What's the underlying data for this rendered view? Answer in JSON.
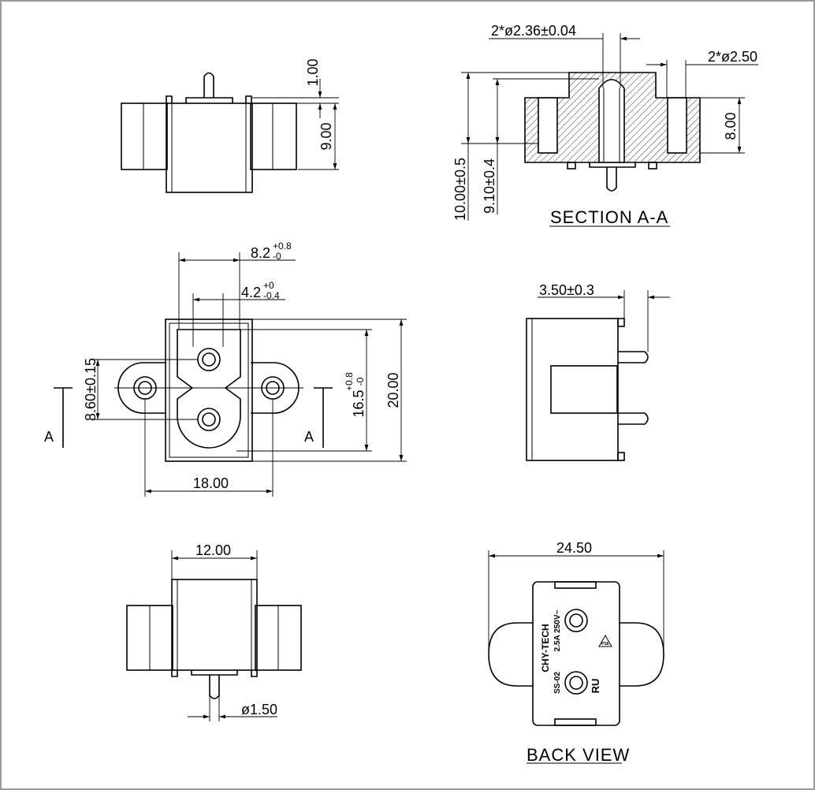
{
  "dims": {
    "d_1_00": "1.00",
    "d_9_00": "9.00",
    "d_2x236": "2*ø2.36±0.04",
    "d_2x250": "2*ø2.50",
    "d_8_00": "8.00",
    "d_10_00": "10.00±0.5",
    "d_9_10": "9.10±0.4",
    "d_8_2": "8.2",
    "d_8_2_tol_up": "+0.8",
    "d_8_2_tol_dn": "-0",
    "d_4_2": "4.2",
    "d_4_2_tol_up": "+0",
    "d_4_2_tol_dn": "-0.4",
    "d_8_60": "8.60±0.15",
    "d_16_5": "16.5",
    "d_16_5_tol_up": "+0.8",
    "d_16_5_tol_dn": "-0",
    "d_20_00": "20.00",
    "d_18_00": "18.00",
    "d_3_50": "3.50±0.3",
    "d_12_00": "12.00",
    "d_1_50": "ø1.50",
    "d_24_50": "24.50"
  },
  "labels": {
    "section_title": "SECTION A-A",
    "back_view_title": "BACK VIEW",
    "section_mark_left": "A",
    "section_mark_right": "A"
  },
  "back_label": {
    "brand": "CHY-TECH",
    "rating": "2.5A 250V~",
    "model": "SS-02",
    "ul_mark": "RU",
    "cert_mark": "PSE"
  }
}
